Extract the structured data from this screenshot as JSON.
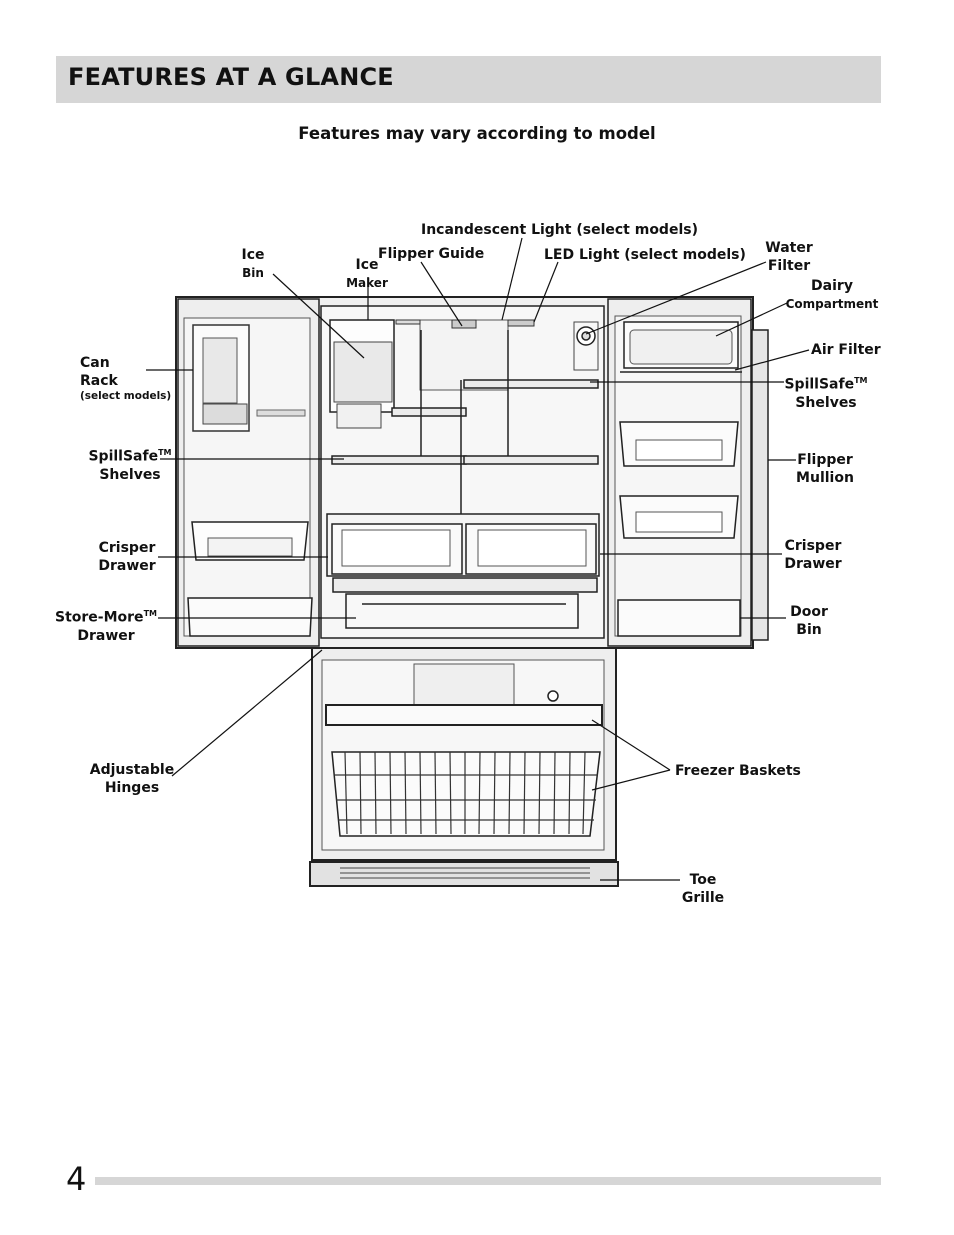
{
  "header": {
    "title": "FEATURES AT A GLANCE"
  },
  "subtitle": "Features may vary according to model",
  "labels": {
    "incandescent_light": "Incandescent Light (select models)",
    "ice_bin_1": "Ice",
    "ice_bin_2": "Bin",
    "ice_maker_1": "Ice",
    "ice_maker_2": "Maker",
    "flipper_guide": "Flipper Guide",
    "led_light": "LED Light (select models)",
    "water_filter_1": "Water",
    "water_filter_2": "Filter",
    "dairy_1": "Dairy",
    "dairy_2": "Compartment",
    "can_rack_1": "Can",
    "can_rack_2": "Rack",
    "can_rack_3": "(select models)",
    "air_filter": "Air Filter",
    "spillsafe_right_1": "SpillSafe",
    "spillsafe_right_2": "Shelves",
    "spillsafe_left_1": "SpillSafe",
    "spillsafe_left_2": "Shelves",
    "tm": "TM",
    "flipper_mullion_1": "Flipper",
    "flipper_mullion_2": "Mullion",
    "crisper_left_1": "Crisper",
    "crisper_left_2": "Drawer",
    "crisper_right_1": "Crisper",
    "crisper_right_2": "Drawer",
    "store_more_1": "Store-More",
    "store_more_2": "Drawer",
    "door_bin_1": "Door",
    "door_bin_2": "Bin",
    "adjustable_hinges_1": "Adjustable",
    "adjustable_hinges_2": "Hinges",
    "freezer_baskets": "Freezer Baskets",
    "toe_grille_1": "Toe",
    "toe_grille_2": "Grille"
  },
  "footer": {
    "page_number": "4"
  }
}
